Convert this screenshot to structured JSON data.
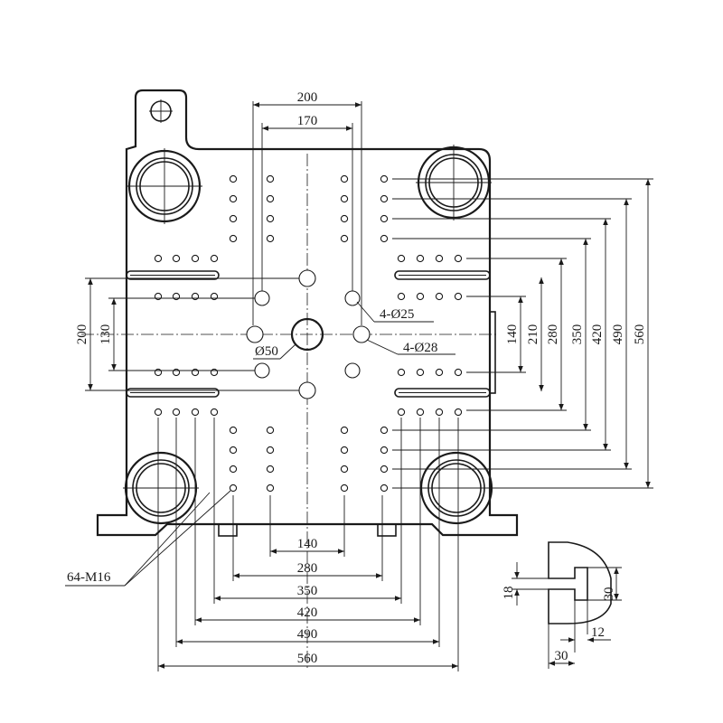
{
  "dims": {
    "top_200": "200",
    "top_170": "170",
    "bot_140": "140",
    "bot_280": "280",
    "bot_350": "350",
    "bot_420": "420",
    "bot_490": "490",
    "bot_560": "560",
    "left_200": "200",
    "left_130": "130",
    "right_140": "140",
    "right_210": "210",
    "right_280": "280",
    "right_350": "350",
    "right_420": "420",
    "right_490": "490",
    "right_560": "560"
  },
  "callouts": {
    "holes_25": "4-Ø25",
    "holes_28": "4-Ø28",
    "center_50": "Ø50",
    "tapped": "64-M16"
  },
  "tslot": {
    "d18": "18",
    "d30v": "30",
    "d12": "12",
    "d30h": "30"
  }
}
